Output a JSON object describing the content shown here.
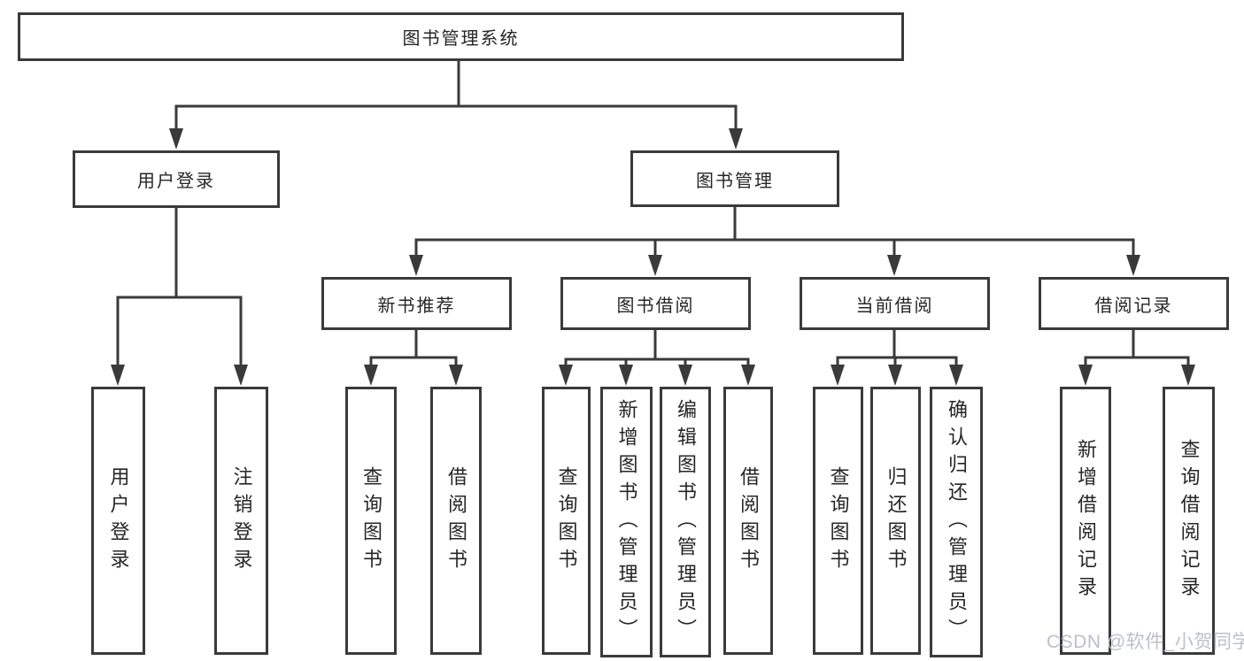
{
  "diagram_type": "hierarchy",
  "tree": {
    "label": "图书管理系统",
    "children": [
      {
        "label": "用户登录",
        "children": [
          {
            "label": "用户登录"
          },
          {
            "label": "注销登录"
          }
        ]
      },
      {
        "label": "图书管理",
        "children": [
          {
            "label": "新书推荐",
            "children": [
              {
                "label": "查询图书"
              },
              {
                "label": "借阅图书"
              }
            ]
          },
          {
            "label": "图书借阅",
            "children": [
              {
                "label": "查询图书"
              },
              {
                "label": "新增图书（管理员）"
              },
              {
                "label": "编辑图书（管理员）"
              },
              {
                "label": "借阅图书"
              }
            ]
          },
          {
            "label": "当前借阅",
            "children": [
              {
                "label": "查询图书"
              },
              {
                "label": "归还图书"
              },
              {
                "label": "确认归还（管理员）"
              }
            ]
          },
          {
            "label": "借阅记录",
            "children": [
              {
                "label": "新增借阅记录"
              },
              {
                "label": "查询借阅记录"
              }
            ]
          }
        ]
      }
    ]
  },
  "watermark": "CSDN @软件_小贺同学",
  "colors": {
    "line": "#3a3a3a",
    "box_border": "#3a3a3a",
    "text": "#262626",
    "watermark": "#bcc0c9",
    "background": "#ffffff"
  }
}
